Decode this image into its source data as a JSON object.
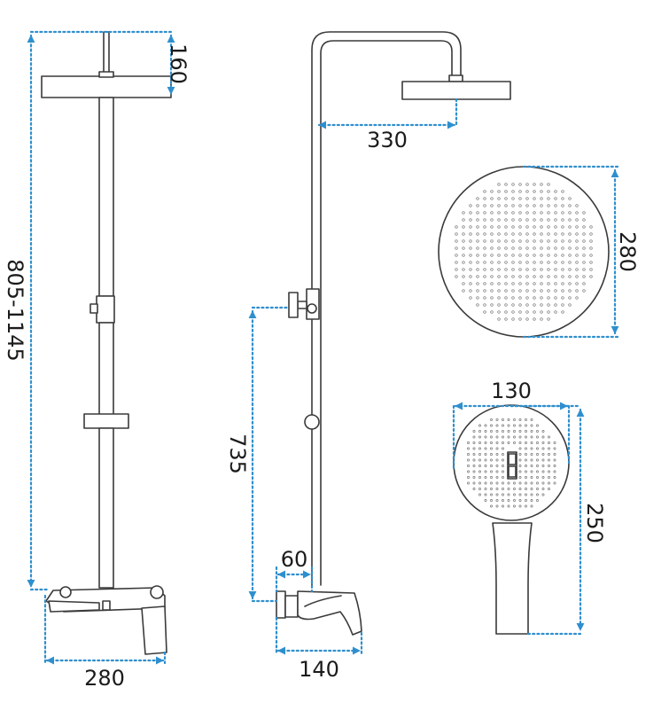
{
  "dimensions": {
    "top_head_height": "160",
    "total_height": "805-1145",
    "mixer_width": "280",
    "arm_reach": "330",
    "overhead_diameter": "280",
    "mixer_height": "735",
    "spout_offset": "60",
    "spout_length": "140",
    "handshower_width": "130",
    "handshower_length": "250"
  },
  "colors": {
    "dimension_line": "#2f8fce",
    "outline": "#3a3a3a",
    "label_text": "#1b1b1b"
  }
}
